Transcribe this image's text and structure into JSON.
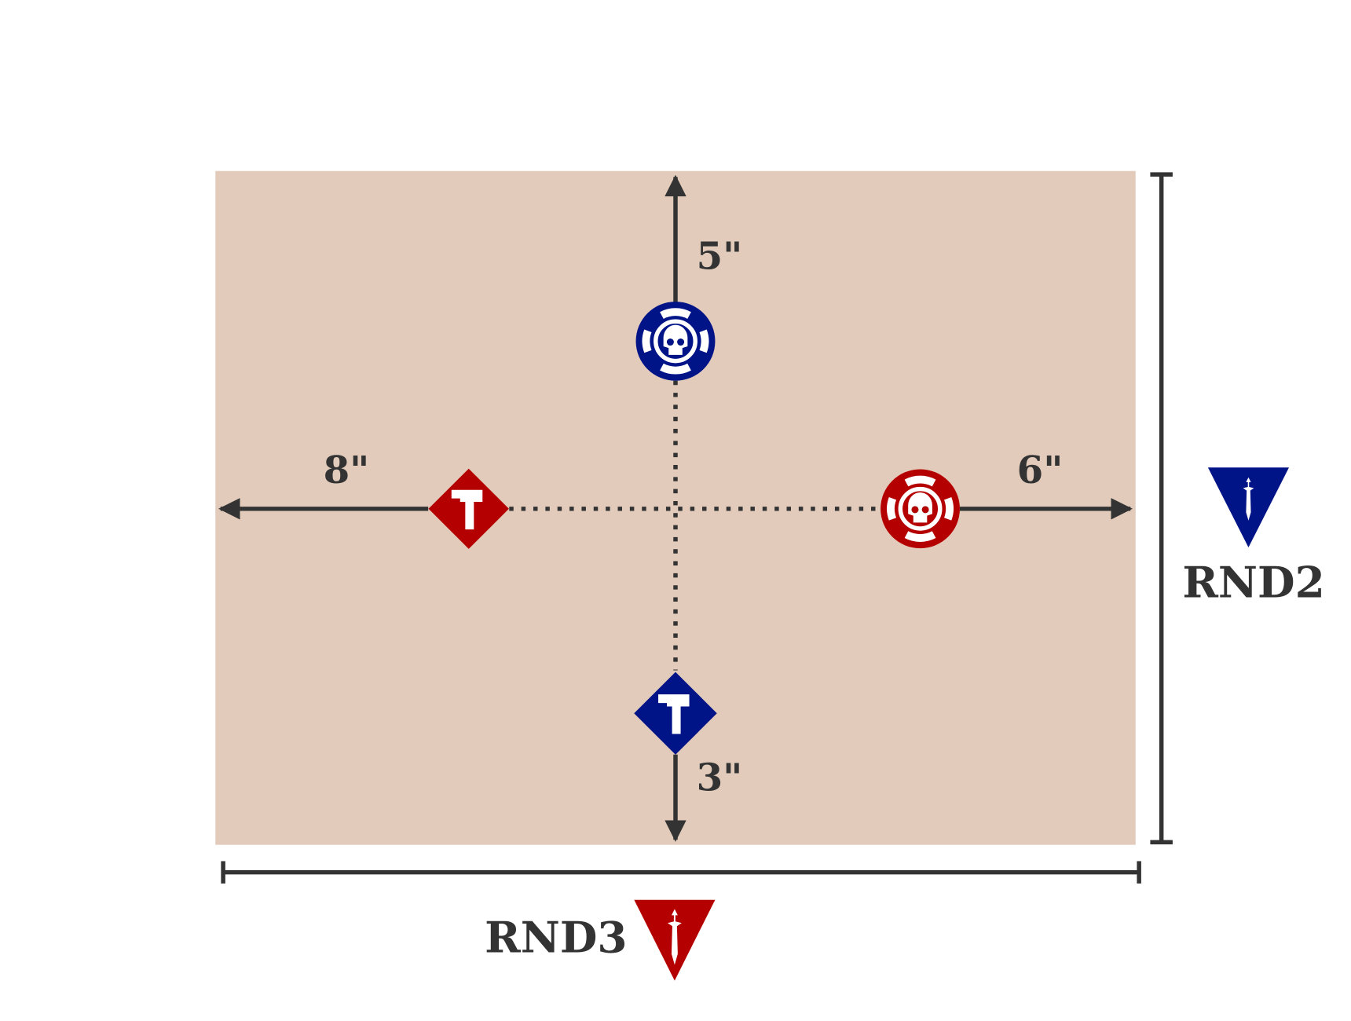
{
  "colors": {
    "board": "#e2cbbb",
    "blue": "#001488",
    "red": "#b40000",
    "line": "#333333"
  },
  "distances": {
    "top": "5\"",
    "bottom": "3\"",
    "left": "8\"",
    "right": "6\""
  },
  "deployment": {
    "right_label": "RND2",
    "bottom_label": "RND3"
  },
  "icons": {
    "blue_objective": "skull-objective-icon",
    "red_objective": "skull-objective-icon",
    "blue_marker": "hammer-icon",
    "red_marker": "hammer-icon",
    "deployment_marker": "dagger-icon"
  }
}
